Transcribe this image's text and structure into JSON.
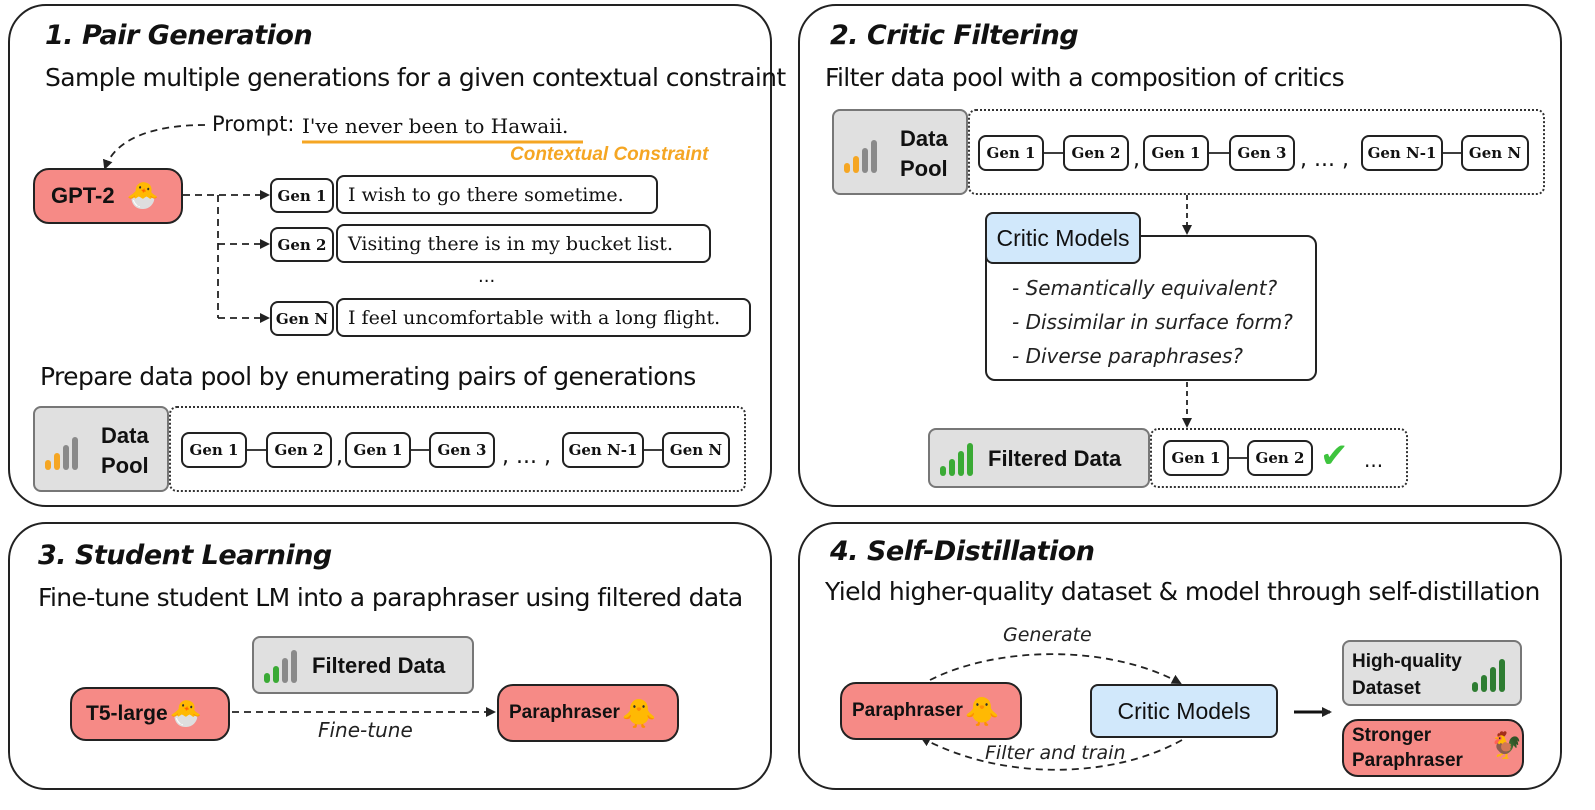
{
  "panel1": {
    "title": "1. Pair Generation",
    "desc": "Sample multiple generations for a given contextual constraint",
    "prompt_label": "Prompt:",
    "prompt_text": "I've never been to Hawaii.",
    "constraint_label": "Contextual Constraint",
    "model": "GPT-2",
    "generations": [
      {
        "tag": "Gen 1",
        "text": "I wish to go there sometime."
      },
      {
        "tag": "Gen 2",
        "text": "Visiting there is in my bucket list."
      },
      {
        "tag": "Gen N",
        "text": "I feel uncomfortable with a long flight."
      }
    ],
    "ellipsis": "...",
    "prepare": "Prepare data pool by enumerating pairs of generations",
    "pool_label_1": "Data",
    "pool_label_2": "Pool",
    "pairs": [
      [
        "Gen 1",
        "Gen 2"
      ],
      [
        "Gen 1",
        "Gen 3"
      ],
      [
        "Gen N-1",
        "Gen N"
      ]
    ],
    "comma": ",",
    "dots": ", ... ,"
  },
  "panel2": {
    "title": "2. Critic Filtering",
    "desc": "Filter data pool with a composition of critics",
    "pool_label_1": "Data",
    "pool_label_2": "Pool",
    "pairs": [
      [
        "Gen 1",
        "Gen 2"
      ],
      [
        "Gen 1",
        "Gen 3"
      ],
      [
        "Gen N-1",
        "Gen N"
      ]
    ],
    "comma": ",",
    "dots": ", ... ,",
    "critic": "Critic Models",
    "questions": [
      "- Semantically equivalent?",
      "- Dissimilar in surface form?",
      "- Diverse paraphrases?"
    ],
    "filtered": "Filtered Data",
    "filtered_pair": [
      "Gen 1",
      "Gen 2"
    ],
    "check": "✔",
    "more": "..."
  },
  "panel3": {
    "title": "3. Student Learning",
    "desc": "Fine-tune student LM into a paraphraser using filtered data",
    "filtered": "Filtered Data",
    "student": "T5-large",
    "paraphraser": "Paraphraser",
    "edge": "Fine-tune"
  },
  "panel4": {
    "title": "4. Self-Distillation",
    "desc": "Yield higher-quality dataset & model through self-distillation",
    "paraphraser": "Paraphraser",
    "critic": "Critic Models",
    "generate": "Generate",
    "filter_train": "Filter and train",
    "hq_1": "High-quality",
    "hq_2": "Dataset",
    "stronger_1": "Stronger",
    "stronger_2": "Paraphraser"
  },
  "icons": {
    "chick": "🐣",
    "baby": "🐥",
    "rooster": "🐓"
  },
  "colors": {
    "model_fill": "#f68a86",
    "critic_fill": "#d1e8fb",
    "constraint": "#f5a623",
    "bars_low": "#f5a623",
    "bars_high": "#3aaa35",
    "check": "#3ec43e"
  }
}
